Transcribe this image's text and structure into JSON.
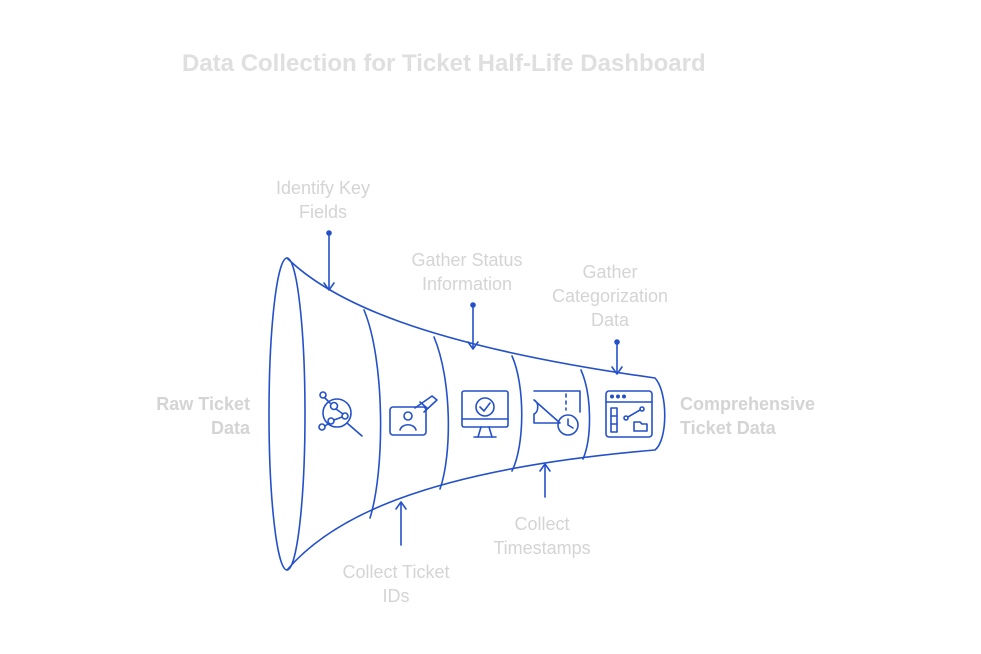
{
  "title": "Data Collection for Ticket Half-Life Dashboard",
  "input_label": "Raw Ticket\nData",
  "output_label": "Comprehensive\nTicket Data",
  "steps": [
    {
      "label": "Identify Key\nFields",
      "icon": "search-network-icon"
    },
    {
      "label": "Collect Ticket\nIDs",
      "icon": "id-card-icon"
    },
    {
      "label": "Gather Status\nInformation",
      "icon": "monitor-check-icon"
    },
    {
      "label": "Collect\nTimestamps",
      "icon": "ticket-clock-icon"
    },
    {
      "label": "Gather\nCategorization\nData",
      "icon": "browser-chart-icon"
    }
  ],
  "colors": {
    "accent": "#2451c9",
    "label": "#d4d4d4",
    "title": "#dfdfdf"
  }
}
